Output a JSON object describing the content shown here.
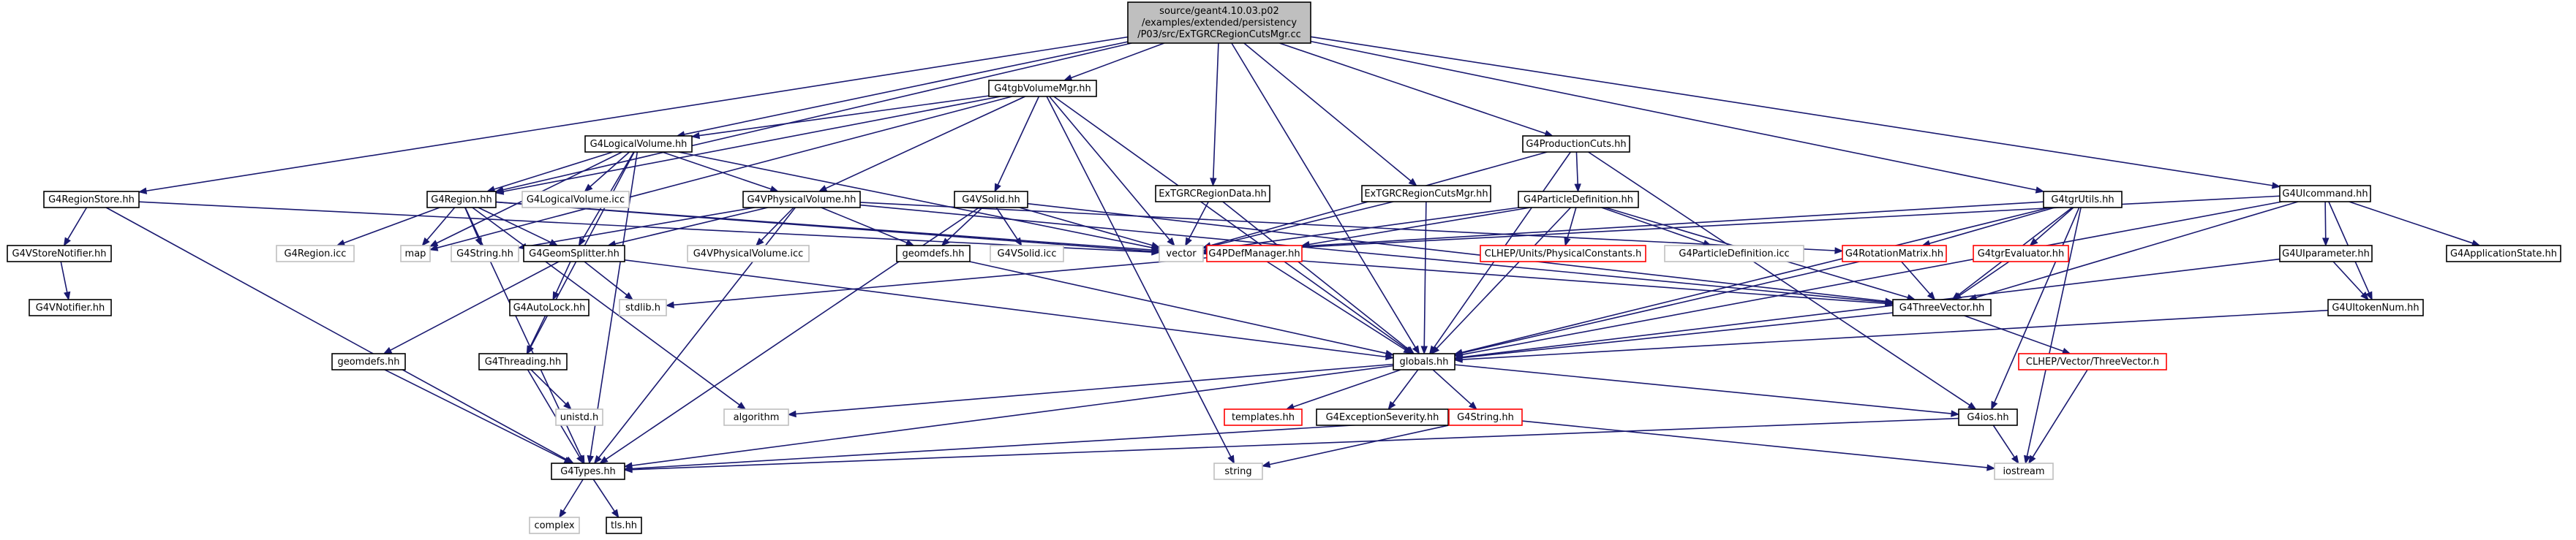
{
  "colors": {
    "edge": "#191970",
    "node_border": "#000000",
    "muted_border": "#bfbfbf",
    "missing_border": "#ff0000",
    "root_fill": "#bfbfbf",
    "node_fill": "#ffffff",
    "text": "#000000"
  },
  "nodes": [
    {
      "id": "root",
      "lines": [
        "source/geant4.10.03.p02",
        "/examples/extended/persistency",
        "/P03/src/ExTGRCRegionCutsMgr.cc"
      ],
      "style": "root"
    },
    {
      "id": "G4gdbVolumeMgr",
      "lines": [
        "G4tgbVolumeMgr.hh"
      ],
      "style": "normal"
    },
    {
      "id": "G4LogicalVolume",
      "lines": [
        "G4LogicalVolume.hh"
      ],
      "style": "normal"
    },
    {
      "id": "ExTGRCRegionData",
      "lines": [
        "ExTGRCRegionData.hh"
      ],
      "style": "normal"
    },
    {
      "id": "ExTGRCRegionCutsMgrHH",
      "lines": [
        "ExTGRCRegionCutsMgr.hh"
      ],
      "style": "normal"
    },
    {
      "id": "G4ProductionCuts",
      "lines": [
        "G4ProductionCuts.hh"
      ],
      "style": "normal"
    },
    {
      "id": "G4tgrUtils",
      "lines": [
        "G4tgrUtils.hh"
      ],
      "style": "normal"
    },
    {
      "id": "G4UIcommand",
      "lines": [
        "G4UIcommand.hh"
      ],
      "style": "normal"
    },
    {
      "id": "G4RegionStore",
      "lines": [
        "G4RegionStore.hh"
      ],
      "style": "normal"
    },
    {
      "id": "G4VStoreNotifier",
      "lines": [
        "G4VStoreNotifier.hh"
      ],
      "style": "normal"
    },
    {
      "id": "G4VNotifier",
      "lines": [
        "G4VNotifier.hh"
      ],
      "style": "normal"
    },
    {
      "id": "G4Region",
      "lines": [
        "G4Region.hh"
      ],
      "style": "normal"
    },
    {
      "id": "G4Region_icc",
      "lines": [
        "G4Region.icc"
      ],
      "style": "muted"
    },
    {
      "id": "map",
      "lines": [
        "map"
      ],
      "style": "muted"
    },
    {
      "id": "G4String",
      "lines": [
        "G4String.hh"
      ],
      "style": "muted"
    },
    {
      "id": "G4LogicalVolume_icc",
      "lines": [
        "G4LogicalVolume.icc"
      ],
      "style": "muted"
    },
    {
      "id": "G4VPhysicalVolume",
      "lines": [
        "G4VPhysicalVolume.hh"
      ],
      "style": "normal"
    },
    {
      "id": "G4VPhysicalVolume_icc",
      "lines": [
        "G4VPhysicalVolume.icc"
      ],
      "style": "muted"
    },
    {
      "id": "G4GeomSplitter",
      "lines": [
        "G4GeomSplitter.hh"
      ],
      "style": "normal"
    },
    {
      "id": "G4AutoLock",
      "lines": [
        "G4AutoLock.hh"
      ],
      "style": "normal"
    },
    {
      "id": "stdlib",
      "lines": [
        "stdlib.h"
      ],
      "style": "muted"
    },
    {
      "id": "geomdefs2",
      "lines": [
        "geomdefs.hh"
      ],
      "style": "normal"
    },
    {
      "id": "G4Threading",
      "lines": [
        "G4Threading.hh"
      ],
      "style": "normal"
    },
    {
      "id": "unistd",
      "lines": [
        "unistd.h"
      ],
      "style": "muted"
    },
    {
      "id": "G4Types",
      "lines": [
        "G4Types.hh"
      ],
      "style": "normal"
    },
    {
      "id": "complex",
      "lines": [
        "complex"
      ],
      "style": "muted"
    },
    {
      "id": "tls",
      "lines": [
        "tls.hh"
      ],
      "style": "normal"
    },
    {
      "id": "algorithm",
      "lines": [
        "algorithm"
      ],
      "style": "muted"
    },
    {
      "id": "G4VSolid",
      "lines": [
        "G4VSolid.hh"
      ],
      "style": "normal"
    },
    {
      "id": "geomdefs1",
      "lines": [
        "geomdefs.hh"
      ],
      "style": "normal"
    },
    {
      "id": "G4VSolid_icc",
      "lines": [
        "G4VSolid.icc"
      ],
      "style": "muted"
    },
    {
      "id": "vector",
      "lines": [
        "vector"
      ],
      "style": "muted"
    },
    {
      "id": "G4ParticleDefinition",
      "lines": [
        "G4ParticleDefinition.hh"
      ],
      "style": "normal"
    },
    {
      "id": "G4PDefManager",
      "lines": [
        "G4PDefManager.hh"
      ],
      "style": "missing"
    },
    {
      "id": "CLHEP_Units",
      "lines": [
        "CLHEP/Units/PhysicalConstants.h"
      ],
      "style": "missing"
    },
    {
      "id": "G4ParticleDefinition_icc",
      "lines": [
        "G4ParticleDefinition.icc"
      ],
      "style": "muted"
    },
    {
      "id": "G4RotationMatrix",
      "lines": [
        "G4RotationMatrix.hh"
      ],
      "style": "missing"
    },
    {
      "id": "G4tgrEvaluator",
      "lines": [
        "G4tgrEvaluator.hh"
      ],
      "style": "missing"
    },
    {
      "id": "G4ThreeVector",
      "lines": [
        "G4ThreeVector.hh"
      ],
      "style": "normal"
    },
    {
      "id": "CLHEP_Vector",
      "lines": [
        "CLHEP/Vector/ThreeVector.h"
      ],
      "style": "missing"
    },
    {
      "id": "globals",
      "lines": [
        "globals.hh"
      ],
      "style": "normal"
    },
    {
      "id": "templates",
      "lines": [
        "templates.hh"
      ],
      "style": "missing"
    },
    {
      "id": "G4ExceptionSeverity",
      "lines": [
        "G4ExceptionSeverity.hh"
      ],
      "style": "normal"
    },
    {
      "id": "G4String2",
      "lines": [
        "G4String.hh"
      ],
      "style": "missing"
    },
    {
      "id": "G4ios",
      "lines": [
        "G4ios.hh"
      ],
      "style": "normal"
    },
    {
      "id": "iostream",
      "lines": [
        "iostream"
      ],
      "style": "muted"
    },
    {
      "id": "string",
      "lines": [
        "string"
      ],
      "style": "muted"
    },
    {
      "id": "G4UIparameter",
      "lines": [
        "G4UIparameter.hh"
      ],
      "style": "normal"
    },
    {
      "id": "G4ApplicationState",
      "lines": [
        "G4ApplicationState.hh"
      ],
      "style": "normal"
    },
    {
      "id": "G4UItokenNum",
      "lines": [
        "G4UItokenNum.hh"
      ],
      "style": "normal"
    }
  ],
  "edges": [
    [
      "root",
      "G4gdbVolumeMgr"
    ],
    [
      "root",
      "G4LogicalVolume"
    ],
    [
      "root",
      "ExTGRCRegionData"
    ],
    [
      "root",
      "ExTGRCRegionCutsMgrHH"
    ],
    [
      "root",
      "G4ProductionCuts"
    ],
    [
      "root",
      "G4tgrUtils"
    ],
    [
      "root",
      "G4UIcommand"
    ],
    [
      "root",
      "G4RegionStore"
    ],
    [
      "root",
      "G4Region"
    ],
    [
      "root",
      "globals"
    ],
    [
      "G4gdbVolumeMgr",
      "G4LogicalVolume"
    ],
    [
      "G4gdbVolumeMgr",
      "G4VPhysicalVolume"
    ],
    [
      "G4gdbVolumeMgr",
      "G4VSolid"
    ],
    [
      "G4gdbVolumeMgr",
      "G4Region"
    ],
    [
      "G4gdbVolumeMgr",
      "globals"
    ],
    [
      "G4gdbVolumeMgr",
      "string"
    ],
    [
      "G4gdbVolumeMgr",
      "vector"
    ],
    [
      "G4gdbVolumeMgr",
      "map"
    ],
    [
      "G4LogicalVolume",
      "G4Region"
    ],
    [
      "G4LogicalVolume",
      "G4LogicalVolume_icc"
    ],
    [
      "G4LogicalVolume",
      "G4VPhysicalVolume"
    ],
    [
      "G4LogicalVolume",
      "G4GeomSplitter"
    ],
    [
      "G4LogicalVolume",
      "G4Types"
    ],
    [
      "G4LogicalVolume",
      "vector"
    ],
    [
      "G4LogicalVolume",
      "G4Threading"
    ],
    [
      "G4LogicalVolume",
      "map"
    ],
    [
      "G4RegionStore",
      "G4VStoreNotifier"
    ],
    [
      "G4RegionStore",
      "G4Types"
    ],
    [
      "G4RegionStore",
      "vector"
    ],
    [
      "G4VStoreNotifier",
      "G4VNotifier"
    ],
    [
      "G4Region",
      "G4Region_icc"
    ],
    [
      "G4Region",
      "map"
    ],
    [
      "G4Region",
      "G4String"
    ],
    [
      "G4Region",
      "G4GeomSplitter"
    ],
    [
      "G4Region",
      "G4Types"
    ],
    [
      "G4Region",
      "vector"
    ],
    [
      "G4Region",
      "algorithm"
    ],
    [
      "G4Region",
      "G4ThreeVector"
    ],
    [
      "G4VPhysicalVolume",
      "G4VPhysicalVolume_icc"
    ],
    [
      "G4VPhysicalVolume",
      "G4GeomSplitter"
    ],
    [
      "G4VPhysicalVolume",
      "geomdefs1"
    ],
    [
      "G4VPhysicalVolume",
      "G4String"
    ],
    [
      "G4VPhysicalVolume",
      "G4Types"
    ],
    [
      "G4VPhysicalVolume",
      "G4RotationMatrix"
    ],
    [
      "G4VPhysicalVolume",
      "G4ThreeVector"
    ],
    [
      "G4GeomSplitter",
      "G4AutoLock"
    ],
    [
      "G4GeomSplitter",
      "stdlib"
    ],
    [
      "G4GeomSplitter",
      "geomdefs2"
    ],
    [
      "G4GeomSplitter",
      "globals"
    ],
    [
      "G4AutoLock",
      "G4Threading"
    ],
    [
      "geomdefs2",
      "G4Types"
    ],
    [
      "G4Threading",
      "G4Types"
    ],
    [
      "G4Threading",
      "unistd"
    ],
    [
      "G4Types",
      "complex"
    ],
    [
      "G4Types",
      "tls"
    ],
    [
      "G4VSolid",
      "geomdefs1"
    ],
    [
      "G4VSolid",
      "G4VSolid_icc"
    ],
    [
      "G4VSolid",
      "vector"
    ],
    [
      "G4VSolid",
      "G4Types"
    ],
    [
      "G4VSolid",
      "G4ThreeVector"
    ],
    [
      "geomdefs1",
      "globals"
    ],
    [
      "ExTGRCRegionData",
      "vector"
    ],
    [
      "ExTGRCRegionData",
      "globals"
    ],
    [
      "ExTGRCRegionCutsMgrHH",
      "vector"
    ],
    [
      "ExTGRCRegionCutsMgrHH",
      "globals"
    ],
    [
      "G4ProductionCuts",
      "G4ParticleDefinition"
    ],
    [
      "G4ProductionCuts",
      "vector"
    ],
    [
      "G4ProductionCuts",
      "globals"
    ],
    [
      "G4ProductionCuts",
      "G4ios"
    ],
    [
      "G4ParticleDefinition",
      "G4PDefManager"
    ],
    [
      "G4ParticleDefinition",
      "CLHEP_Units"
    ],
    [
      "G4ParticleDefinition",
      "G4ParticleDefinition_icc"
    ],
    [
      "G4ParticleDefinition",
      "vector"
    ],
    [
      "G4ParticleDefinition",
      "globals"
    ],
    [
      "G4ParticleDefinition",
      "G4ThreeVector"
    ],
    [
      "G4PDefManager",
      "globals"
    ],
    [
      "G4PDefManager",
      "stdlib"
    ],
    [
      "G4tgrUtils",
      "G4RotationMatrix"
    ],
    [
      "G4tgrUtils",
      "G4tgrEvaluator"
    ],
    [
      "G4tgrUtils",
      "G4ThreeVector"
    ],
    [
      "G4tgrUtils",
      "vector"
    ],
    [
      "G4tgrUtils",
      "globals"
    ],
    [
      "G4tgrUtils",
      "G4ios"
    ],
    [
      "G4tgrUtils",
      "iostream"
    ],
    [
      "G4RotationMatrix",
      "G4ThreeVector"
    ],
    [
      "G4RotationMatrix",
      "globals"
    ],
    [
      "G4tgrEvaluator",
      "G4ThreeVector"
    ],
    [
      "G4ThreeVector",
      "CLHEP_Vector"
    ],
    [
      "G4ThreeVector",
      "globals"
    ],
    [
      "CLHEP_Vector",
      "iostream"
    ],
    [
      "G4UIcommand",
      "G4UIparameter"
    ],
    [
      "G4UIcommand",
      "G4ApplicationState"
    ],
    [
      "G4UIcommand",
      "G4UItokenNum"
    ],
    [
      "G4UIcommand",
      "globals"
    ],
    [
      "G4UIcommand",
      "vector"
    ],
    [
      "G4UIcommand",
      "G4ThreeVector"
    ],
    [
      "G4UIparameter",
      "G4UItokenNum"
    ],
    [
      "G4UIparameter",
      "globals"
    ],
    [
      "G4UItokenNum",
      "globals"
    ],
    [
      "globals",
      "G4Types"
    ],
    [
      "globals",
      "algorithm"
    ],
    [
      "globals",
      "templates"
    ],
    [
      "globals",
      "G4ExceptionSeverity"
    ],
    [
      "globals",
      "G4String2"
    ],
    [
      "globals",
      "G4ios"
    ],
    [
      "G4String2",
      "string"
    ],
    [
      "G4String2",
      "G4Types"
    ],
    [
      "G4String2",
      "iostream"
    ],
    [
      "G4ios",
      "G4Types"
    ],
    [
      "G4ios",
      "iostream"
    ]
  ]
}
